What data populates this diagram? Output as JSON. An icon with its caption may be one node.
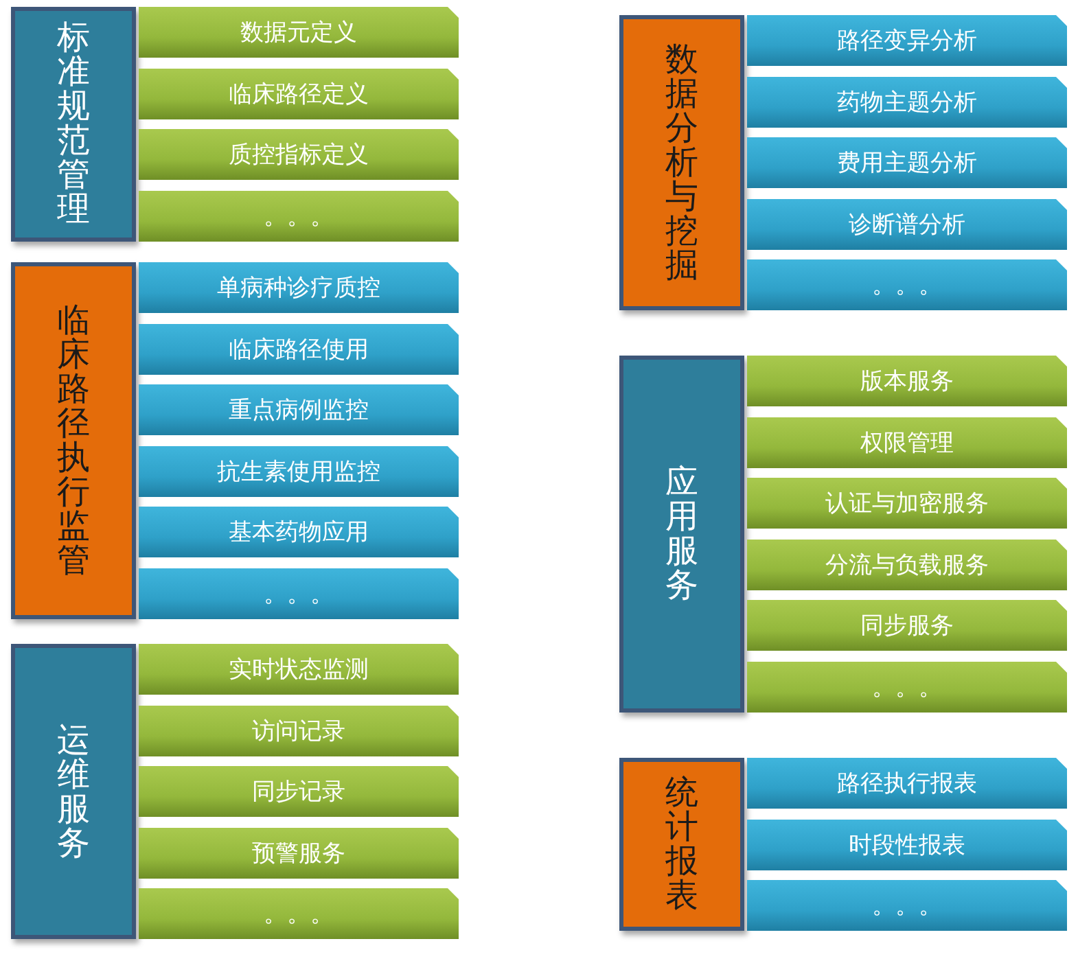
{
  "diagram": {
    "nodes": [
      {
        "text": [
          "标准规范管理"
        ]
      },
      {
        "text": [
          "数据元定义"
        ]
      },
      {
        "text": [
          "临床路径定义"
        ]
      },
      {
        "text": [
          "质控指标定义"
        ]
      },
      {
        "text": [
          "。。。"
        ]
      },
      {
        "text": [
          "临床路径执行监管"
        ]
      },
      {
        "text": [
          "单病种诊疗质控"
        ]
      },
      {
        "text": [
          "临床路径使用"
        ]
      },
      {
        "text": [
          "重点病例监控"
        ]
      },
      {
        "text": [
          "抗生素使用监控"
        ]
      },
      {
        "text": [
          "基本药物应用"
        ]
      },
      {
        "text": [
          "。。。"
        ]
      },
      {
        "text": [
          "运维服务"
        ]
      },
      {
        "text": [
          "实时状态监测"
        ]
      },
      {
        "text": [
          "访问记录"
        ]
      },
      {
        "text": [
          "同步记录"
        ]
      },
      {
        "text": [
          "预警服务"
        ]
      },
      {
        "text": [
          "。。。"
        ]
      },
      {
        "text": [
          "数据分析与挖掘"
        ]
      },
      {
        "text": [
          "路径变异分析"
        ]
      },
      {
        "text": [
          "药物主题分析"
        ]
      },
      {
        "text": [
          "费用主题分析"
        ]
      },
      {
        "text": [
          "诊断谱分析"
        ]
      },
      {
        "text": [
          "。。。"
        ]
      },
      {
        "text": [
          "应用服务"
        ]
      },
      {
        "text": [
          "版本服务"
        ]
      },
      {
        "text": [
          "权限管理"
        ]
      },
      {
        "text": [
          "认证与加密服务"
        ]
      },
      {
        "text": [
          "分流与负载服务"
        ]
      },
      {
        "text": [
          "同步服务"
        ]
      },
      {
        "text": [
          "。。。"
        ]
      },
      {
        "text": [
          "统计报表"
        ]
      },
      {
        "text": [
          "路径执行报表"
        ]
      },
      {
        "text": [
          "时段性报表"
        ]
      },
      {
        "text": [
          "。。。"
        ]
      }
    ],
    "edges": []
  }
}
